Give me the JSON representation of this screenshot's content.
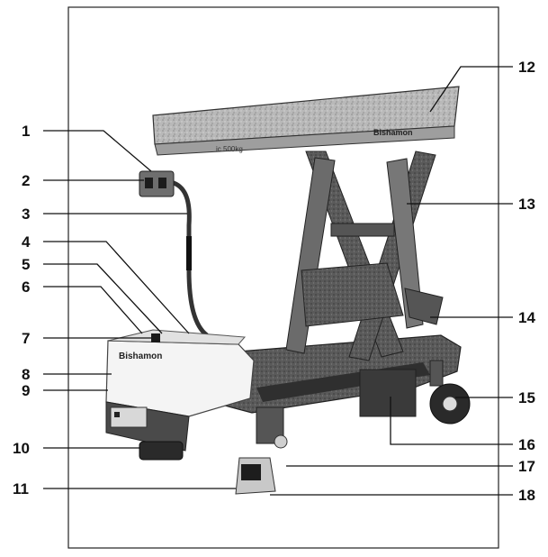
{
  "figure": {
    "caption": "",
    "table_brand": "Bishamon",
    "table_side_text": "ic 500kg",
    "body_brand": "Bishamon",
    "callouts": [
      {
        "id": "1",
        "label": "1"
      },
      {
        "id": "2",
        "label": "2"
      },
      {
        "id": "3",
        "label": "3"
      },
      {
        "id": "4",
        "label": "4"
      },
      {
        "id": "5",
        "label": "5"
      },
      {
        "id": "6",
        "label": "6"
      },
      {
        "id": "7",
        "label": "7"
      },
      {
        "id": "8",
        "label": "8"
      },
      {
        "id": "9",
        "label": "9"
      },
      {
        "id": "10",
        "label": "10"
      },
      {
        "id": "11",
        "label": "11"
      },
      {
        "id": "12",
        "label": "12"
      },
      {
        "id": "13",
        "label": "13"
      },
      {
        "id": "14",
        "label": "14"
      },
      {
        "id": "15",
        "label": "15"
      },
      {
        "id": "16",
        "label": "16"
      },
      {
        "id": "17",
        "label": "17"
      },
      {
        "id": "18",
        "label": "18"
      }
    ]
  }
}
